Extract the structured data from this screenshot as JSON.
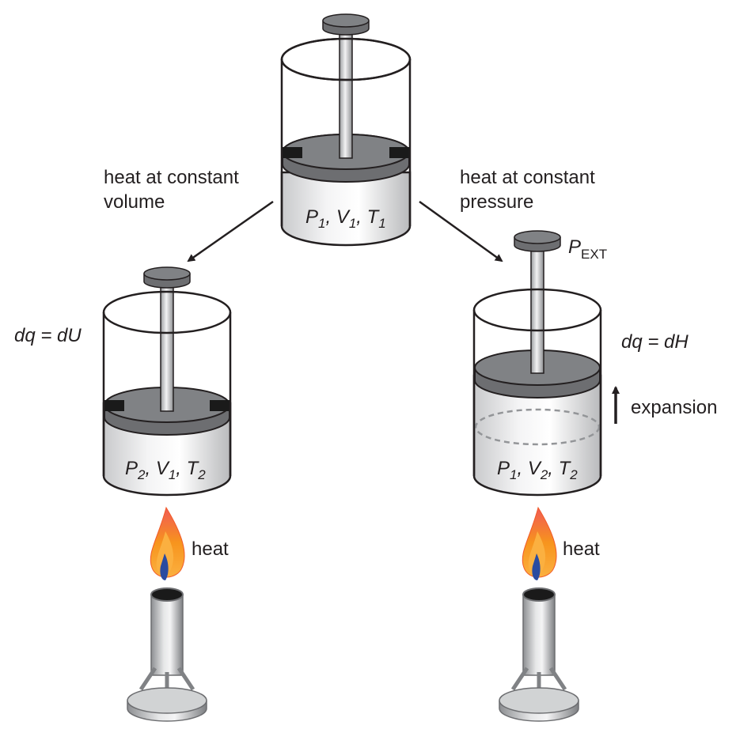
{
  "labels": {
    "heat_const_volume": [
      "heat  at constant",
      "volume"
    ],
    "heat_const_pressure": [
      "heat  at constant",
      "pressure"
    ],
    "dq_du": "dq = dU",
    "dq_dh": "dq = dH",
    "p_ext": {
      "main": "P",
      "sub": "EXT"
    },
    "expansion": "expansion",
    "heat_left": "heat",
    "heat_right": "heat"
  },
  "states": {
    "initial": {
      "p": "1",
      "v": "1",
      "t": "1"
    },
    "const_volume": {
      "p": "2",
      "v": "1",
      "t": "2"
    },
    "const_pressure": {
      "p": "1",
      "v": "2",
      "t": "2"
    }
  },
  "colors": {
    "outline": "#231f20",
    "gas": "#e6e7e8",
    "piston": "#808285",
    "rod": "#cfd1d3",
    "flame_outer": "#f15a29",
    "flame_inner": "#fbb040",
    "flame_core": "#2b4ba0"
  },
  "icons": [
    "cylinder-piston",
    "bunsen-burner",
    "flame-icon",
    "arrow-icon"
  ]
}
